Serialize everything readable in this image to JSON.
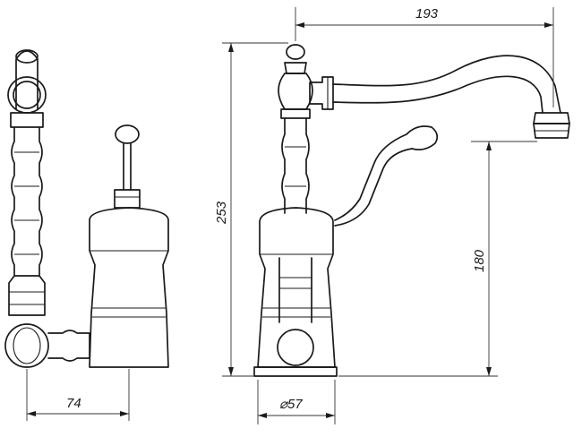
{
  "dimensions": {
    "spout_reach": "193",
    "total_height": "253",
    "spout_height": "180",
    "base_diameter": "⌀57",
    "side_depth": "74"
  }
}
